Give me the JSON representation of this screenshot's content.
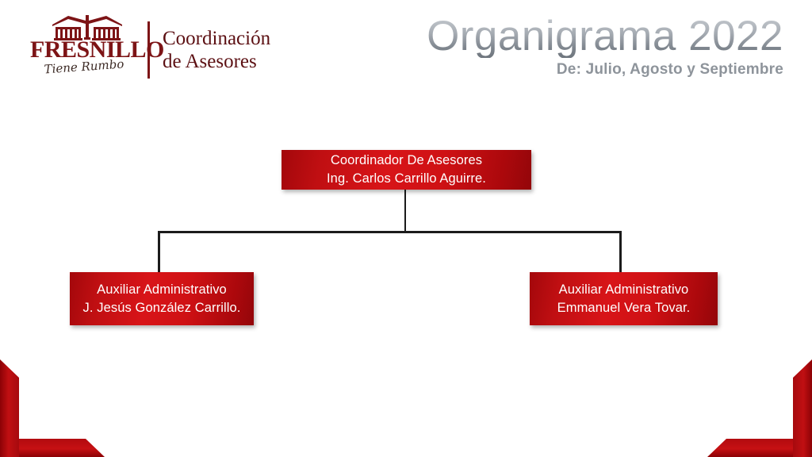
{
  "header": {
    "logo": {
      "icon": "fresnillo-arcade-building-icon",
      "wordmark": "FRESNILLO",
      "tagline": "Tiene Rumbo"
    },
    "department": "Coordinación\nde Asesores",
    "title": "Organigrama 2022",
    "subtitle": "De: Julio, Agosto y Septiembre"
  },
  "org_chart": {
    "root": {
      "role": "Coordinador De Asesores",
      "name": "Ing. Carlos Carrillo Aguirre.",
      "text": "Coordinador De Asesores\nIng. Carlos Carrillo Aguirre."
    },
    "children": [
      {
        "role": "Auxiliar Administrativo",
        "name": "J. Jesús González Carrillo.",
        "text": "Auxiliar Administrativo\nJ. Jesús González Carrillo."
      },
      {
        "role": "Auxiliar Administrativo",
        "name": "Emmanuel Vera Tovar.",
        "text": "Auxiliar Administrativo\nEmmanuel Vera Tovar."
      }
    ]
  },
  "colors": {
    "brand_red": "#c00f12",
    "logo_dark_red": "#7d1416",
    "box_red_bright": "#d81418",
    "box_red_dark": "#93060a",
    "title_gray": "#a7adb4",
    "subtitle_gray": "#8e949b",
    "connector_black": "#1b1b1b",
    "background": "#ffffff"
  }
}
